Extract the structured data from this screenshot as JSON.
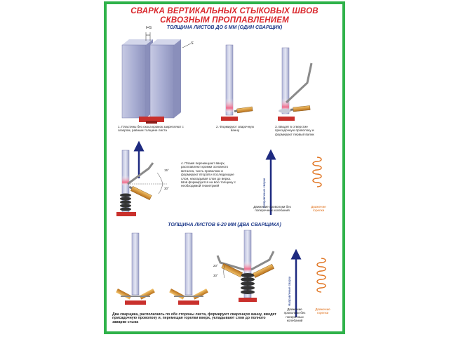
{
  "title_line1": "СВАРКА ВЕРТИКАЛЬНЫХ СТЫКОВЫХ ШВОВ",
  "title_line2": "СКВОЗНЫМ ПРОПЛАВЛЕНИЕМ",
  "section1": "ТОЛЩИНА ЛИСТОВ ДО 6 ММ (ОДИН СВАРЩИК)",
  "section2": "ТОЛЩИНА ЛИСТОВ 6-20 ММ (ДВА СВАРЩИКА)",
  "dim_gap": "l=S",
  "dim_s": "S",
  "step1": "1. Пластины без скоса кромок закрепляют с зазором, равным толщине листа",
  "step2": "2. Формируют сварочную ванну",
  "step3": "3. Вводят в отверстие присадочную проволоку и формируют первый валик",
  "step4": "4. Пламя перемещают вверх, расплавляют кромки основного металла, часть проволоки и формируют второй и последующие слои, накладывая слои до верха. Шов формируется на всю толщину с необходимой геометрией",
  "angle_a": "15°",
  "angle_b": "30°",
  "angle_c": "20°",
  "angle_d": "30°",
  "v_torch_label": "Направление сварки",
  "wire_motion1": "Движение проволоки без поперечных колебаний",
  "torch_motion1": "Движение горелки",
  "bottom_text": "Два сварщика, располагаясь по обе стороны листа, формируют сварочную ванну, вводят присадочную проволоку и, перемещая горелки вверх, укладывают слои до полного заварки стыка",
  "v_label2": "Направление сварки",
  "wire_motion2": "Движение проволоки без поперечных колебаний",
  "torch_motion2": "Движение горелки",
  "colors": {
    "frame": "#2fb24a",
    "title": "#d9262b",
    "subtitle": "#1e3a8a",
    "plate": "#9aa0c8",
    "base": "#c9302c",
    "torch": "#d8902a",
    "coil": "#e0721d"
  }
}
